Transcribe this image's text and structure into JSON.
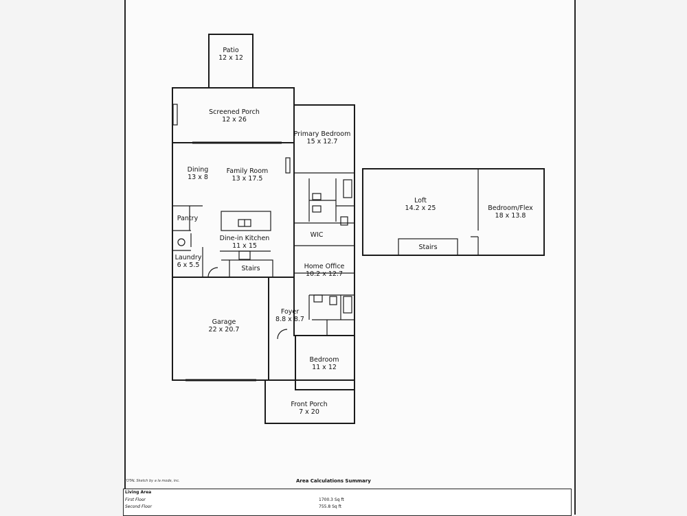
{
  "rooms": {
    "patio": {
      "name": "Patio",
      "dims": "12 x 12"
    },
    "screened_porch": {
      "name": "Screened Porch",
      "dims": "12 x 26"
    },
    "primary_bedroom": {
      "name": "Primary Bedroom",
      "dims": "15 x 12.7"
    },
    "dining": {
      "name": "Dining",
      "dims": "13 x 8"
    },
    "family_room": {
      "name": "Family Room",
      "dims": "13 x 17.5"
    },
    "pantry": {
      "name": "Pantry"
    },
    "dine_in_kitchen": {
      "name": "Dine-in Kitchen",
      "dims": "11 x 15"
    },
    "wic": {
      "name": "WIC"
    },
    "laundry": {
      "name": "Laundry",
      "dims": "6 x 5.5"
    },
    "stairs_first": {
      "name": "Stairs"
    },
    "home_office": {
      "name": "Home Office",
      "dims": "10.2 x 12.7"
    },
    "foyer": {
      "name": "Foyer",
      "dims": "8.8 x 8.7"
    },
    "garage": {
      "name": "Garage",
      "dims": "22 x 20.7"
    },
    "bedroom": {
      "name": "Bedroom",
      "dims": "11 x 12"
    },
    "front_porch": {
      "name": "Front Porch",
      "dims": "7 x 20"
    },
    "loft": {
      "name": "Loft",
      "dims": "14.2 x 25"
    },
    "bedroom_flex": {
      "name": "Bedroom/Flex",
      "dims": "18 x 13.8"
    },
    "stairs_second": {
      "name": "Stairs"
    }
  },
  "footer": {
    "credit": "TOTAL Sketch by a la mode, inc.",
    "summary_title": "Area Calculations Summary",
    "section": "Living Area",
    "rows": [
      {
        "label": "First Floor",
        "value": "1700.3 Sq ft"
      },
      {
        "label": "Second Floor",
        "value": "755.8 Sq ft"
      }
    ]
  }
}
